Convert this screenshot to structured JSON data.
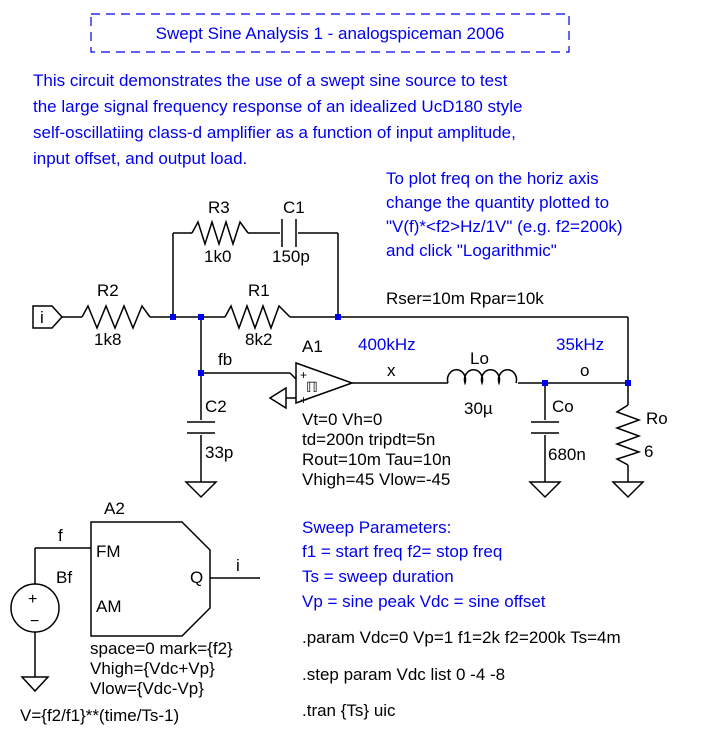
{
  "title": "Swept Sine Analysis 1  -  analogspiceman 2006",
  "description": [
    "This circuit demonstrates the use of a swept sine source to test",
    "the large signal frequency response of an idealized UcD180 style",
    "self-oscillatiing class-d amplifier as a function of input amplitude,",
    "input offset, and output load."
  ],
  "plot_note": [
    "To plot freq on the horiz axis",
    "change the quantity plotted to",
    "\"V(f)*<f2>Hz/1V\" (e.g. f2=200k)",
    "and click \"Logarithmic\""
  ],
  "components": {
    "r2": {
      "name": "R2",
      "value": "1k8"
    },
    "r3": {
      "name": "R3",
      "value": "1k0"
    },
    "c1": {
      "name": "C1",
      "value": "150p"
    },
    "r1": {
      "name": "R1",
      "value": "8k2"
    },
    "c2": {
      "name": "C2",
      "value": "33p"
    },
    "lo": {
      "name": "Lo",
      "value": "30µ"
    },
    "co": {
      "name": "Co",
      "value": "680n"
    },
    "ro": {
      "name": "Ro",
      "value": "6"
    },
    "a1": {
      "name": "A1",
      "lines": [
        "Vt=0 Vh=0",
        "td=200n tripdt=5n",
        "Rout=10m Tau=10n",
        "Vhigh=45 Vlow=-45"
      ]
    },
    "a2": {
      "name": "A2",
      "pin_fm": "FM",
      "pin_am": "AM",
      "pin_q": "Q",
      "lines": [
        "space=0 mark={f2}",
        "Vhigh={Vdc+Vp}",
        "Vlow={Vdc-Vp}"
      ]
    },
    "bf": {
      "name": "Bf",
      "expr": "V={f2/f1}**(time/Ts-1)"
    }
  },
  "nets": {
    "input": "i",
    "fb": "fb",
    "x": "x",
    "o": "o",
    "f": "f",
    "q_out": "i"
  },
  "freq_labels": {
    "amp": "400kHz",
    "filter": "35kHz"
  },
  "lo_params": "Rser=10m Rpar=10k",
  "sweep": {
    "title": "Sweep Parameters:",
    "lines": [
      "f1 = start freq  f2= stop freq",
      "Ts = sweep duration",
      "Vp = sine peak  Vdc = sine offset"
    ]
  },
  "directives": [
    ".param Vdc=0 Vp=1 f1=2k f2=200k Ts=4m",
    ".step param Vdc list 0 -4 -8",
    ".tran {Ts} uic"
  ],
  "colors": {
    "wire": "#000000",
    "annotation": "#0000ee",
    "background": "#ffffff"
  }
}
